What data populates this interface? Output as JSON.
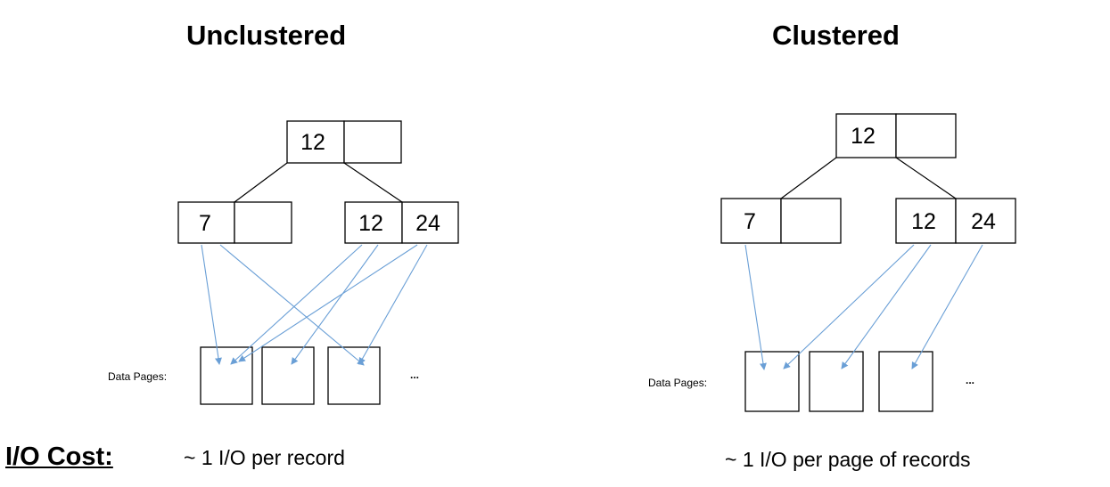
{
  "titles": {
    "left": "Unclustered",
    "right": "Clustered"
  },
  "trees": {
    "left": {
      "root": [
        "12",
        ""
      ],
      "leaves": [
        [
          "7",
          ""
        ],
        [
          "12",
          "24"
        ]
      ],
      "data_pages_label": "Data Pages:",
      "ellipsis": "..."
    },
    "right": {
      "root": [
        "12",
        ""
      ],
      "leaves": [
        [
          "7",
          ""
        ],
        [
          "12",
          "24"
        ]
      ],
      "data_pages_label": "Data Pages:",
      "ellipsis": "..."
    }
  },
  "io_cost": {
    "label": "I/O Cost:",
    "left": "~ 1 I/O per record",
    "right": "~ 1 I/O per page of records"
  },
  "colors": {
    "pointer": "#6a9fd6",
    "box": "#000000"
  }
}
